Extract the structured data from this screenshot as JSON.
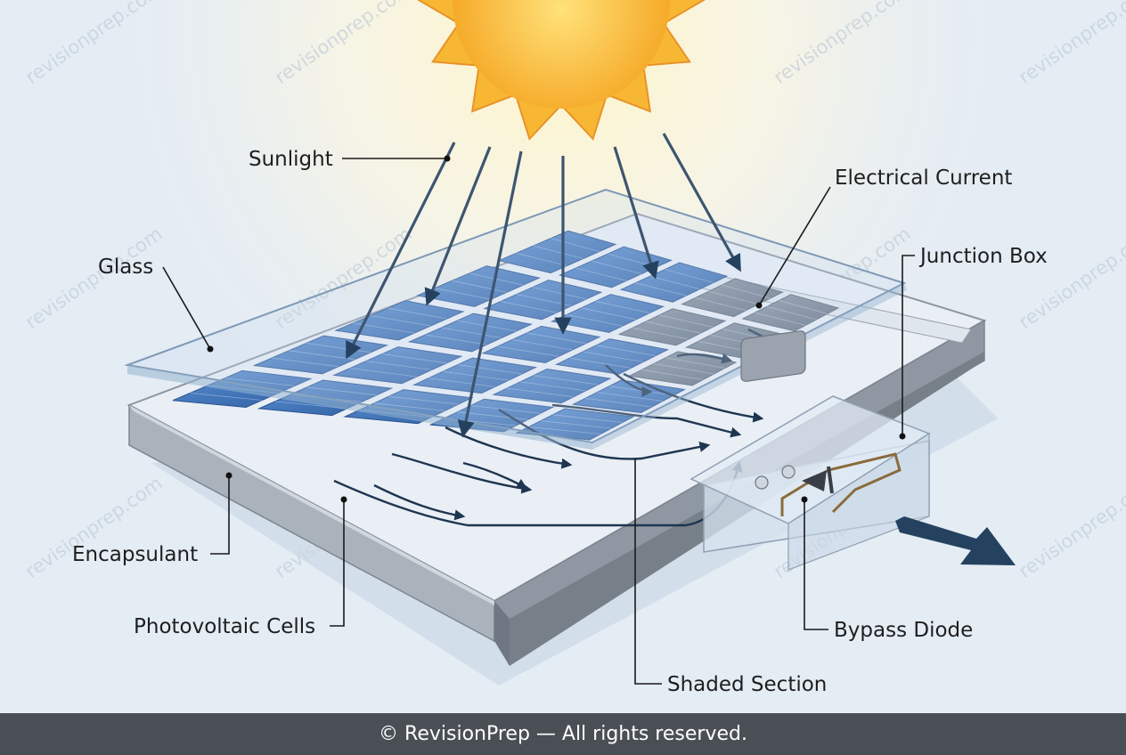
{
  "diagram": {
    "labels": {
      "sunlight": "Sunlight",
      "glass": "Glass",
      "electrical_current": "Electrical Current",
      "junction_box": "Junction Box",
      "encapsulant": "Encapsulant",
      "photovoltaic_cells": "Photovoltaic Cells",
      "bypass_diode": "Bypass Diode",
      "shaded_section": "Shaded Section"
    },
    "watermark": "revisionprep.com"
  },
  "footer": {
    "copyright": "© RevisionPrep — All rights reserved."
  },
  "colors": {
    "background": "#e4ecf4",
    "sun": "#f7b733",
    "cell_blue": "#3b6fb4",
    "shaded_cell": "#7c8794",
    "arrow": "#24425f",
    "footer_bg": "#4a4f56"
  }
}
